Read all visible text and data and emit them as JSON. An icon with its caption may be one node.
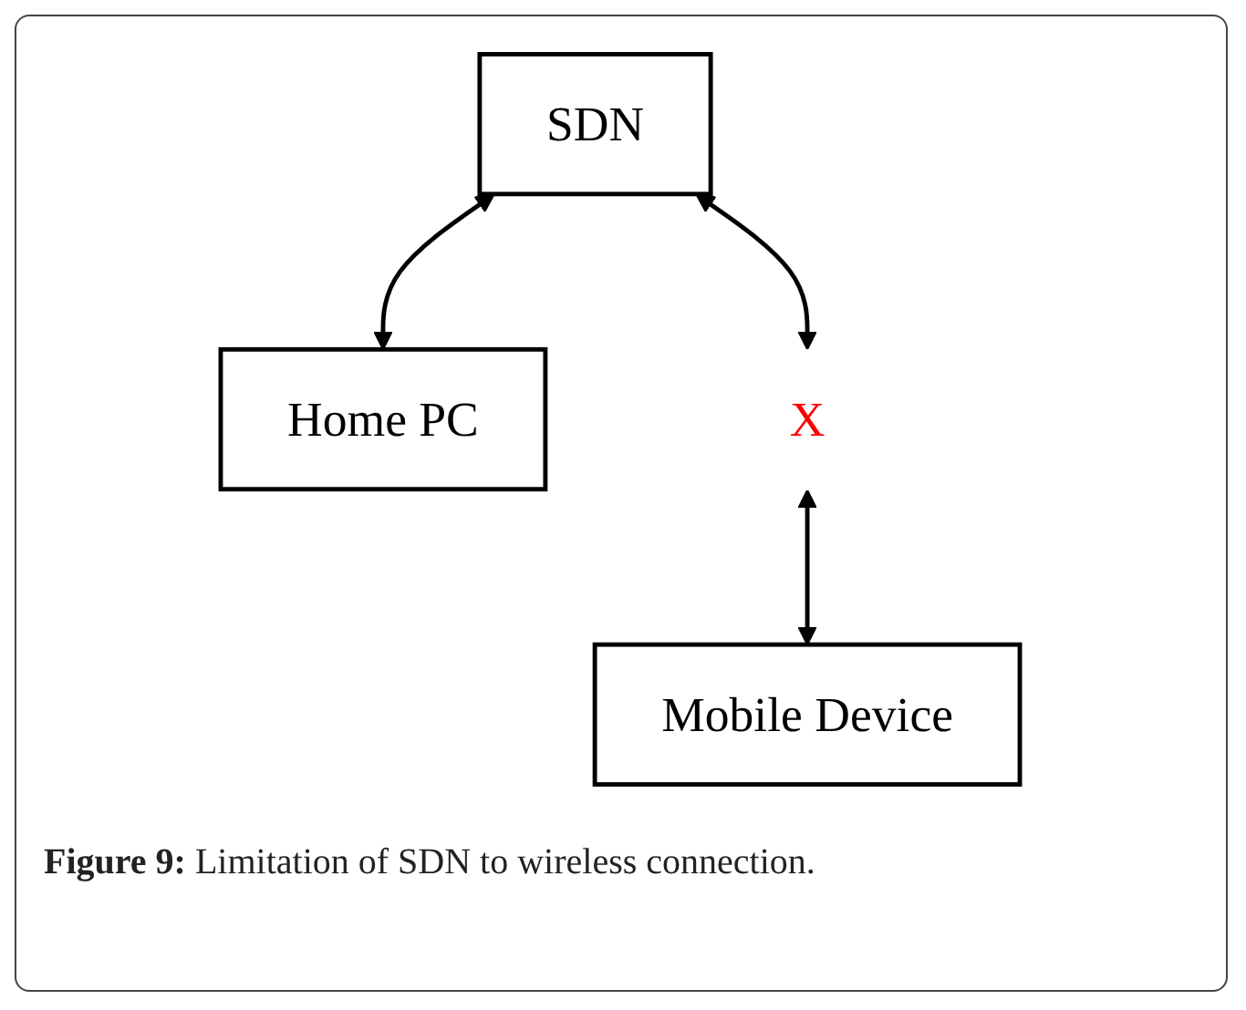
{
  "diagram": {
    "caption": "**Figure 9:** Limitation of SDN to wireless connection.",
    "nodes": [
      {
        "text": [
          "SDN"
        ]
      },
      {
        "text": [
          "Home PC"
        ]
      },
      {
        "text": [
          "X"
        ]
      },
      {
        "text": [
          "Mobile Device"
        ]
      }
    ],
    "edges": [
      {
        "from": 0,
        "to": 1,
        "arrow": "both"
      },
      {
        "from": 0,
        "to": 2,
        "arrow": "both"
      },
      {
        "from": 2,
        "to": 3,
        "arrow": "both"
      }
    ]
  }
}
